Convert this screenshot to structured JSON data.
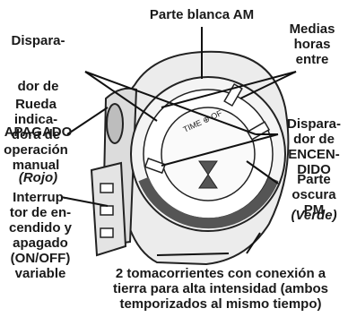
{
  "labels": {
    "apagado_line1": "Dispara-",
    "apagado_line2": "dor de",
    "apagado_line3": "APAGADO",
    "apagado_color": "(Rojo)",
    "parte_blanca": "Parte blanca AM",
    "medias_horas": "Medias\nhoras\nentre",
    "rueda": "Rueda\nindica-\ndora de\noperación\nmanual",
    "encendido_lines": "Dispara-\ndor de\nENCEN-\nDIDO",
    "encendido_color": "(Verde)",
    "parte_oscura": "Parte\noscura\nPM",
    "interruptor": "Interrup-\ntor de en-\ncendido y\napagado\n(ON/OFF)\nvariable",
    "tomacorrientes": "2 tomacorrientes con conexión a\ntierra para alta intensidad (ambos\ntemporizados al mismo tiempo)"
  },
  "dial_text": "TIME ⊕ OF",
  "colors": {
    "text": "#1a1a1a",
    "line": "#111111"
  }
}
